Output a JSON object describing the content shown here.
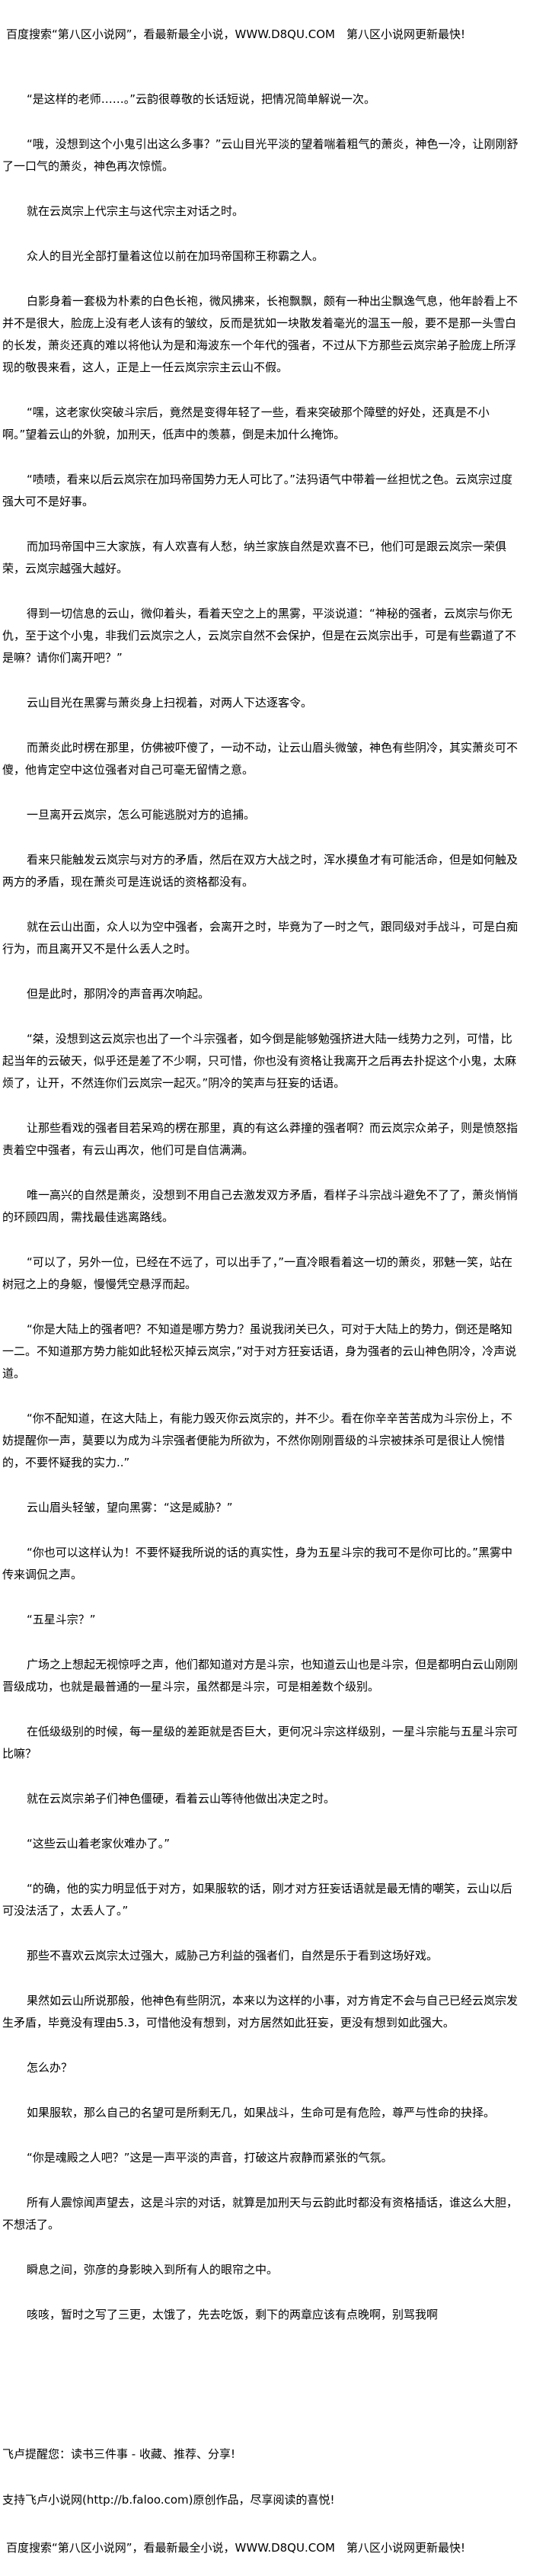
{
  "site_banner": "百度搜索“第八区小说网”，看最新最全小说，WWW.D8QU.COM　第八区小说网更新最快!",
  "paragraphs": [
    "“是这样的老师……。”云韵很尊敬的长话短说，把情况简单解说一次。",
    "“哦，没想到这个小鬼引出这么多事？”云山目光平淡的望着喘着粗气的萧炎，神色一冷，让刚刚舒了一口气的萧炎，神色再次惊慌。",
    "就在云岚宗上代宗主与这代宗主对话之时。",
    "众人的目光全部打量着这位以前在加玛帝国称王称霸之人。",
    "白影身着一套极为朴素的白色长袍，微风拂来，长袍飘飘，颇有一种出尘飘逸气息，他年龄看上不并不是很大，脸庞上没有老人该有的皱纹，反而是犹如一块散发着毫光的温玉一般，要不是那一头雪白的长发，萧炎还真的难以将他认为是和海波东一个年代的强者，不过从下方那些云岚宗弟子脸庞上所浮现的敬畏来看，这人，正是上一任云岚宗宗主云山不假。",
    "“嘿，这老家伙突破斗宗后，竟然是变得年轻了一些，看来突破那个障壁的好处，还真是不小啊。”望着云山的外貌，加刑天，低声中的羡慕，倒是未加什么掩饰。",
    "“啧啧，看来以后云岚宗在加玛帝国势力无人可比了。”法犸语气中带着一丝担忧之色。云岚宗过度强大可不是好事。",
    "而加玛帝国中三大家族，有人欢喜有人愁，纳兰家族自然是欢喜不已，他们可是跟云岚宗一荣俱荣，云岚宗越强大越好。",
    "得到一切信息的云山，微仰着头，看着天空之上的黑雾，平淡说道：“神秘的强者，云岚宗与你无仇，至于这个小鬼，非我们云岚宗之人，云岚宗自然不会保护，但是在云岚宗出手，可是有些霸道了不是嘛？请你们离开吧？”",
    "云山目光在黑雾与萧炎身上扫视着，对两人下达逐客令。",
    "而萧炎此时楞在那里，仿佛被吓傻了，一动不动，让云山眉头微皱，神色有些阴冷，其实萧炎可不傻，他肯定空中这位强者对自己可毫无留情之意。",
    "一旦离开云岚宗，怎么可能逃脱对方的追捕。",
    "看来只能触发云岚宗与对方的矛盾，然后在双方大战之时，浑水摸鱼才有可能活命，但是如何触及两方的矛盾，现在萧炎可是连说话的资格都没有。",
    "就在云山出面，众人以为空中强者，会离开之时，毕竟为了一时之气，跟同级对手战斗，可是白痴行为，而且离开又不是什么丢人之时。",
    "但是此时，那阴冷的声音再次响起。",
    "“桀，没想到这云岚宗也出了一个斗宗强者，如今倒是能够勉强挤进大陆一线势力之列，可惜，比起当年的云破天，似乎还是差了不少啊，只可惜，你也没有资格让我离开之后再去扑捉这个小鬼，太麻烦了，让开，不然连你们云岚宗一起灭。”阴冷的笑声与狂妄的话语。",
    "让那些看戏的强者目若呆鸡的楞在那里，真的有这么莽撞的强者啊？而云岚宗众弟子，则是愤怒指责着空中强者，有云山再次，他们可是自信满满。",
    "唯一高兴的自然是萧炎，没想到不用自己去激发双方矛盾，看样子斗宗战斗避免不了了，萧炎悄悄的环顾四周，需找最佳逃离路线。",
    "“可以了，另外一位，已经在不远了，可以出手了，”一直冷眼看着这一切的萧炎，邪魅一笑，站在树冠之上的身躯，慢慢凭空悬浮而起。",
    "“你是大陆上的强者吧？不知道是哪方势力？虽说我闭关已久，可对于大陆上的势力，倒还是略知一二。不知道那方势力能如此轻松灭掉云岚宗，”对于对方狂妄话语，身为强者的云山神色阴冷，冷声说道。",
    "“你不配知道，在这大陆上，有能力毁灭你云岚宗的，并不少。看在你辛辛苦苦成为斗宗份上，不妨提醒你一声，莫要以为成为斗宗强者便能为所欲为，不然你刚刚晋级的斗宗被抹杀可是很让人惋惜的，不要怀疑我的实力..”",
    "云山眉头轻皱，望向黑雾：“这是威胁？”",
    "“你也可以这样认为！不要怀疑我所说的话的真实性，身为五星斗宗的我可不是你可比的。”黑雾中传来调侃之声。",
    "“五星斗宗？”",
    "广场之上想起无视惊呼之声，他们都知道对方是斗宗，也知道云山也是斗宗，但是都明白云山刚刚晋级成功，也就是最普通的一星斗宗，虽然都是斗宗，可是相差数个级别。",
    "在低级级别的时候，每一星级的差距就是否巨大，更何况斗宗这样级别，一星斗宗能与五星斗宗可比嘛？",
    "就在云岚宗弟子们神色僵硬，看着云山等待他做出决定之时。",
    "“这些云山着老家伙难办了。”",
    "“的确，他的实力明显低于对方，如果服软的话，刚才对方狂妄话语就是最无情的嘲笑，云山以后可没法活了，太丢人了。”",
    "那些不喜欢云岚宗太过强大，威胁己方利益的强者们，自然是乐于看到这场好戏。",
    "果然如云山所说那般，他神色有些阴沉，本来以为这样的小事，对方肯定不会与自己已经云岚宗发生矛盾，毕竟没有理由5.3，可惜他没有想到，对方居然如此狂妄，更没有想到如此强大。",
    "怎么办？",
    "如果服软，那么自己的名望可是所剩无几，如果战斗，生命可是有危险，尊严与性命的抉择。",
    "“你是魂殿之人吧？”这是一声平淡的声音，打破这片寂静而紧张的气氛。",
    "所有人震惊闻声望去，这是斗宗的对话，就算是加刑天与云韵此时都没有资格插话，谁这么大胆，不想活了。",
    "瞬息之间，弥彦的身影映入到所有人的眼帘之中。",
    "咳咳，暂时之写了三更，太饿了，先去吃饭，剩下的两章应该有点晚啊，别骂我啊"
  ],
  "footer": {
    "reminder": "飞卢提醒您：读书三件事 - 收藏、推荐、分享!",
    "support": "支持飞卢小说网(http://b.faloo.com)原创作品，尽享阅读的喜悦!"
  }
}
